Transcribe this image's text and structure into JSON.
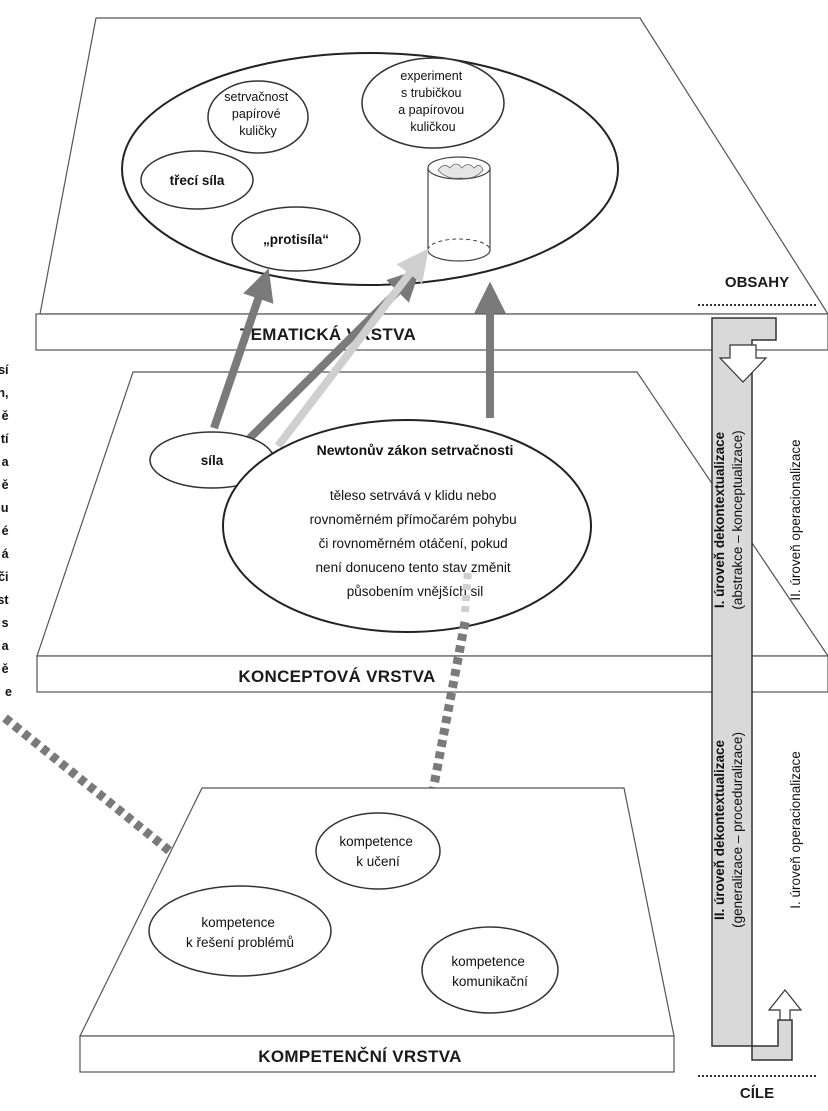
{
  "layers": {
    "tematicka": "TEMATICKÁ VRSTVA",
    "konceptova": "KONCEPTOVÁ VRSTVA",
    "kompetencni": "KOMPETENČNÍ VRSTVA"
  },
  "tematicka_nodes": {
    "setrvacnost": [
      "setrvačnost",
      "papírové",
      "kuličky"
    ],
    "experiment": [
      "experiment",
      "s trubičkou",
      "a papírovou",
      "kuličkou"
    ],
    "treci_sila": "třecí síla",
    "protisila": "„protisíla“"
  },
  "konceptova_nodes": {
    "sila": "síla",
    "zakon_title": "Newtonův zákon setrvačnosti",
    "zakon_text": [
      "těleso setrvává v klidu nebo",
      "rovnoměrném přímočarém pohybu",
      "či rovnoměrném otáčení, pokud",
      "není donuceno tento stav změnit",
      "působením vnějších sil"
    ]
  },
  "kompetencni_nodes": {
    "uceni": [
      "kompetence",
      "k učení"
    ],
    "reseni": [
      "kompetence",
      "k řešení problémů"
    ],
    "komunikacni": [
      "kompetence",
      "komunikační"
    ]
  },
  "left_cut_text": [
    "sí",
    "n,",
    "ě",
    "tí",
    "a",
    "ě",
    "u",
    "é",
    "á",
    "či",
    "st",
    "s",
    "a",
    "ě",
    "e"
  ],
  "side_panel": {
    "top_label": "OBSAHY",
    "bottom_label": "CÍLE",
    "upper_left": [
      "I. úroveň dekontextualizace",
      "(abstrakce – konceptualizace)"
    ],
    "upper_right": "II. úroveň operacionalizace",
    "lower_left": [
      "II. úroveň dekontextualizace",
      "(generalizace – proceduralizace)"
    ],
    "lower_right": "I. úroveň operacionalizace"
  },
  "colors": {
    "arrow_dark": "#7a7a7a",
    "arrow_light": "#cfcfcf",
    "panel_fill": "#d9d9d9"
  }
}
